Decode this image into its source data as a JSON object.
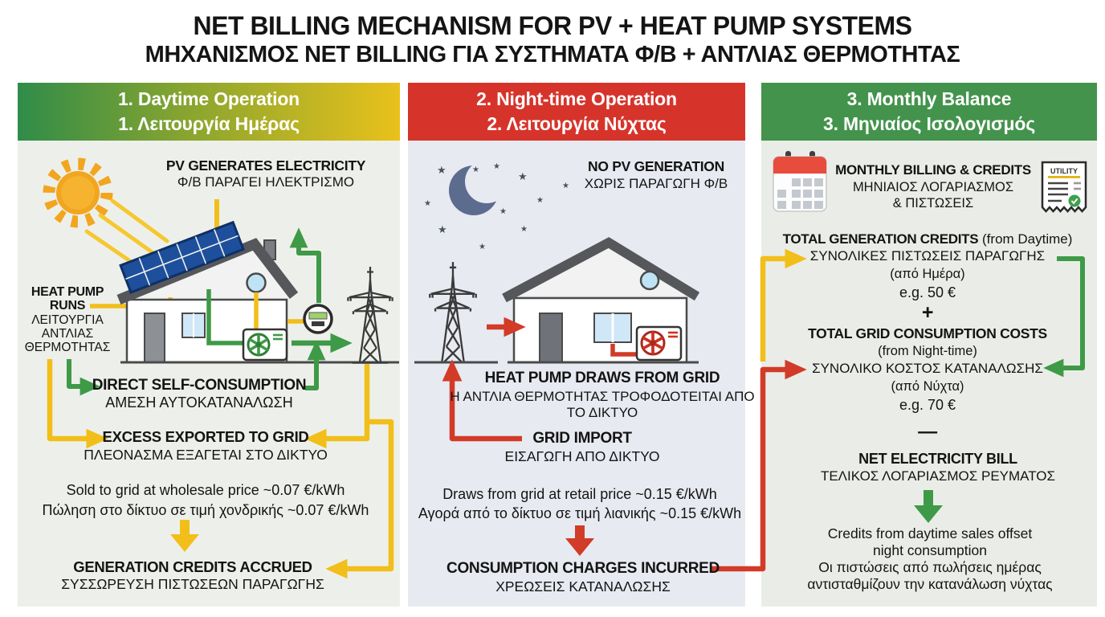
{
  "title": {
    "line1": "NET BILLING MECHANISM FOR PV + HEAT PUMP SYSTEMS",
    "line2": "ΜΗΧΑΝΙΣΜΟΣ NET BILLING ΓΙΑ ΣΥΣΤΗΜΑΤΑ Φ/Β + ΑΝΤΛΙΑΣ ΘΕΡΜΟΤΗΤΑΣ"
  },
  "colors": {
    "daytime_header_gradient_start": "#2F8C49",
    "daytime_header_gradient_end": "#E9C11B",
    "night_header": "#D6342B",
    "monthly_header": "#43934C",
    "arrow_yellow": "#F2BE1A",
    "arrow_green": "#3E9A47",
    "arrow_red": "#D23B27"
  },
  "daytime": {
    "header1": "1. Daytime Operation",
    "header2": "1. Λειτουργία Ημέρας",
    "pv1": "PV GENERATES ELECTRICITY",
    "pv2": "Φ/Β ΠΑΡΑΓΕΙ ΗΛΕΚΤΡΙΣΜΟ",
    "hp1": "HEAT PUMP",
    "hp2": "RUNS",
    "hp3": "ΛΕΙΤΟΥΡΓΙΑ",
    "hp4": "ΑΝΤΛΙΑΣ",
    "hp5": "ΘΕΡΜΟΤΗΤΑΣ",
    "dsc1": "DIRECT SELF-CONSUMPTION",
    "dsc2": "ΑΜΕΣΗ ΑΥΤΟΚΑΤΑΝΑΛΩΣΗ",
    "excess1": "EXCESS EXPORTED TO GRID",
    "excess2": "ΠΛΕΟΝΑΣΜΑ ΕΞΑΓΕΤΑΙ ΣΤΟ ΔΙΚΤΥΟ",
    "price1": "Sold to grid at wholesale price ~0.07 €/kWh",
    "price2": "Πώληση στο δίκτυο σε τιμή χονδρικής ~0.07 €/kWh",
    "credits1": "GENERATION CREDITS ACCRUED",
    "credits2": "ΣΥΣΣΩΡΕΥΣΗ ΠΙΣΤΩΣΕΩΝ ΠΑΡΑΓΩΓΗΣ"
  },
  "night": {
    "header1": "2. Night-time Operation",
    "header2": "2. Λειτουργία Νύχτας",
    "nopv1": "NO PV GENERATION",
    "nopv2": "ΧΩΡΙΣ ΠΑΡΑΓΩΓΗ Φ/Β",
    "hpdraws1": "HEAT PUMP DRAWS FROM GRID",
    "hpdraws2": "Η ΑΝΤΛΙΑ ΘΕΡΜΟΤΗΤΑΣ ΤΡΟΦΟΔΟΤΕΙΤΑΙ ΑΠΟ",
    "hpdraws3": "ΤΟ ΔΙΚΤΥΟ",
    "import1": "GRID IMPORT",
    "import2": "ΕΙΣΑΓΩΓΗ ΑΠΟ ΔΙΚΤΥΟ",
    "price1": "Draws from grid at retail price ~0.15 €/kWh",
    "price2": "Αγορά από το δίκτυο σε τιμή λιανικής ~0.15 €/kWh",
    "charges1": "CONSUMPTION CHARGES INCURRED",
    "charges2": "ΧΡΕΩΣΕΙΣ ΚΑΤΑΝΑΛΩΣΗΣ"
  },
  "monthly": {
    "header1": "3. Monthly Balance",
    "header2": "3. Μηνιαίος Ισολογισμός",
    "billing1": "MONTHLY BILLING & CREDITS",
    "billing2": "ΜΗΝΙΑΙΟΣ ΛΟΓΑΡΙΑΣΜΟΣ",
    "billing3": "& ΠΙΣΤΩΣΕΙΣ",
    "utility_label": "UTILITY",
    "gen_bold": "TOTAL GENERATION CREDITS",
    "gen_note": "(from Daytime)",
    "gen_el": "ΣΥΝΟΛΙΚΕΣ ΠΙΣΤΩΣΕΙΣ ΠΑΡΑΓΩΓΗΣ",
    "gen_el2": "(από Ημέρα)",
    "gen_eg": "e.g. 50 €",
    "plus": "+",
    "cons_bold": "TOTAL GRID CONSUMPTION COSTS",
    "cons_note": "(from Night-time)",
    "cons_el": "ΣΥΝΟΛΙΚΟ ΚΟΣΤΟΣ ΚΑΤΑΝΑΛΩΣΗΣ",
    "cons_el2": "(από Νύχτα)",
    "cons_eg": "e.g. 70 €",
    "minus": "—",
    "net1": "NET ELECTRICITY BILL",
    "net2": "ΤΕΛΙΚΟΣ ΛΟΓΑΡΙΑΣΜΟΣ ΡΕΥΜΑΤΟΣ",
    "offset1": "Credits from daytime sales offset",
    "offset2": "night consumption",
    "offset3": "Οι πιστώσεις από πωλήσεις ημέρας",
    "offset4": "αντισταθμίζουν την κατανάλωση νύχτας"
  }
}
